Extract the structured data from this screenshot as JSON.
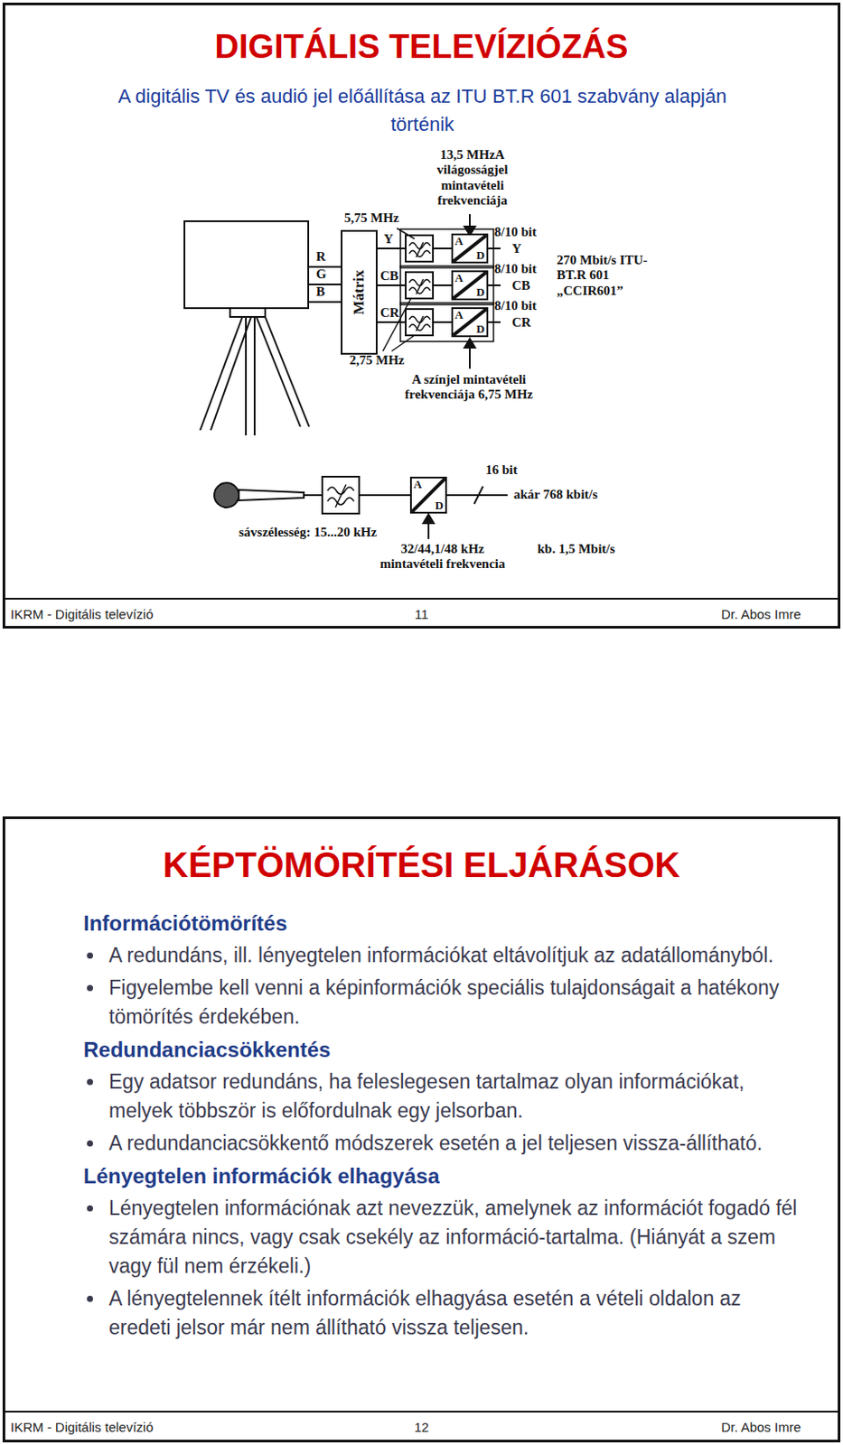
{
  "diagram": {
    "nodes": [
      {
        "text": [
          "DIGITÁLIS TELEVÍZIÓZÁS",
          "A digitális TV és audió jel előállítása az ITU BT.R 601 szabvány alapján történik"
        ]
      },
      {
        "text": [
          "Mátrix"
        ],
        "in": 0
      },
      {
        "text": [
          "A",
          "D"
        ],
        "in": 0
      },
      {
        "text": [
          "A",
          "D"
        ],
        "in": 0
      },
      {
        "text": [
          "A",
          "D"
        ],
        "in": 0
      },
      {
        "text": [
          "A",
          "D"
        ],
        "in": 0
      },
      {
        "text": [
          "KÉPTÖMÖRÍTÉSI ELJÁRÁSOK",
          "Információtömörítés",
          "A redundáns, ill. lényegtelen információkat eltávolítjuk az adatállományból.",
          "Figyelembe kell venni a képinformációk speciális tulajdonságait a hatékony tömörítés érdekében.",
          "Redundanciacsökkentés",
          "Egy adatsor redundáns, ha feleslegesen tartalmaz olyan információkat, melyek többször is előfordulnak egy jelsorban.",
          "A redundanciacsökkentő módszerek esetén a jel teljesen vissza-állítható.",
          "Lényegtelen információk elhagyása",
          "Lényegtelen információnak azt nevezzük, amelynek az információt fogadó fél számára nincs, vagy csak csekély az információ-tartalma. (Hiányát a szem vagy fül nem érzékeli.)",
          "A lényegtelennek ítélt információk elhagyása esetén a vételi oldalon az eredeti jelsor már nem állítható vissza teljesen."
        ]
      }
    ],
    "labels": [
      "13,5 MHzA világosságjel mintavételi frekvenciája",
      "5,75 MHz",
      "R",
      "G",
      "B",
      "Y",
      "CB",
      "CR",
      "8/10 bit",
      "Y",
      "8/10 bit",
      "CB",
      "8/10 bit",
      "CR",
      "270 Mbit/s ITU-BT.R 601 „CCIR601”",
      "2,75 MHz",
      "A színjel mintavételi frekvenciája 6,75 MHz",
      "16 bit",
      "akár 768 kbit/s",
      "sávszélesség: 15...20 kHz",
      "32/44,1/48 kHz mintavételi frekvencia",
      "kb. 1,5 Mbit/s",
      "IKRM - Digitális televízió",
      "11",
      "Dr. Abos Imre",
      "IKRM - Digitális televízió",
      "12",
      "Dr. Abos Imre"
    ]
  }
}
